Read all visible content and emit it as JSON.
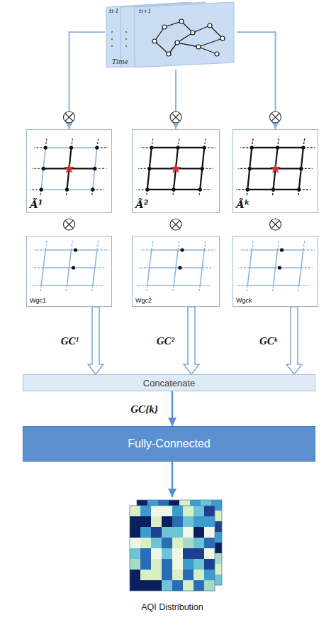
{
  "diagram": {
    "nodes": [
      {
        "text": [
          "ti-1",
          "ti+1",
          "Time"
        ]
      },
      {
        "text": [
          "Ã¹"
        ]
      },
      {
        "text": [
          "Ã²"
        ]
      },
      {
        "text": [
          "Ãᵏ"
        ]
      },
      {
        "text": [
          "Wgc1"
        ]
      },
      {
        "text": [
          "Wgc2"
        ]
      },
      {
        "text": [
          "Wgck"
        ]
      },
      {
        "text": [
          "Concatenate"
        ]
      },
      {
        "text": [
          "Fully-Connected"
        ]
      },
      {
        "text": [
          "AQI Distribution"
        ]
      }
    ],
    "edges": [
      {
        "from": 0,
        "to": 1,
        "arrow": "to"
      },
      {
        "from": 0,
        "to": 2,
        "arrow": "to"
      },
      {
        "from": 0,
        "to": 3,
        "arrow": "to"
      },
      {
        "from": 4,
        "to": 7,
        "arrow": "to",
        "label": "GC¹"
      },
      {
        "from": 5,
        "to": 7,
        "arrow": "to",
        "label": "GC²"
      },
      {
        "from": 6,
        "to": 7,
        "arrow": "to",
        "label": "GCᵏ"
      },
      {
        "from": 7,
        "to": 8,
        "arrow": "to",
        "label": "GC{k}"
      },
      {
        "from": 8,
        "to": 9,
        "arrow": "to"
      }
    ]
  }
}
